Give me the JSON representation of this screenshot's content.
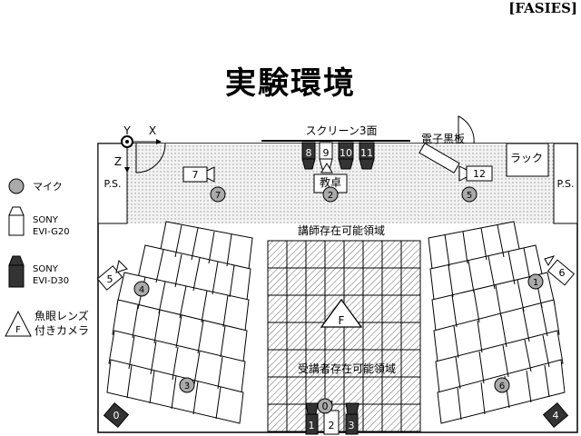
{
  "header_tag": "[FASIES]",
  "title": "実験環境",
  "axes": {
    "x_label": "X",
    "y_label": "Y",
    "z_label": "Z"
  },
  "room": {
    "screen_label": "スクリーン3面",
    "board_label": "電子黒板",
    "rack_label": "ラック",
    "podium_label": "教卓",
    "ps_left": "P.S.",
    "ps_right": "P.S.",
    "lecturer_area_label": "講師存在可能領域",
    "audience_area_label": "受講者存在可能領域"
  },
  "legend": {
    "mic_label": "マイク",
    "evi_g20_line1": "SONY",
    "evi_g20_line2": "EVI-G20",
    "evi_d30_line1": "SONY",
    "evi_d30_line2": "EVI-D30",
    "fisheye_line1": "魚眼レンズ",
    "fisheye_line2": "付きカメラ",
    "fisheye_symbol": "F"
  },
  "device_labels": {
    "mics": [
      "1",
      "2",
      "3",
      "4",
      "5",
      "6",
      "7"
    ],
    "cameras_top": [
      "8",
      "9",
      "10",
      "11"
    ],
    "camera_7": "7",
    "camera_12": "12",
    "camera_5": "5",
    "camera_6": "6",
    "camera_0_left": "0",
    "camera_4_right": "4",
    "cameras_bottom": [
      "0",
      "1",
      "2",
      "3"
    ],
    "fisheye_center": "F"
  },
  "colors": {
    "line": "#000000",
    "dot_fill": "#dddddd",
    "mic_fill": "#aaaaaa",
    "dark_cam": "#333333"
  }
}
